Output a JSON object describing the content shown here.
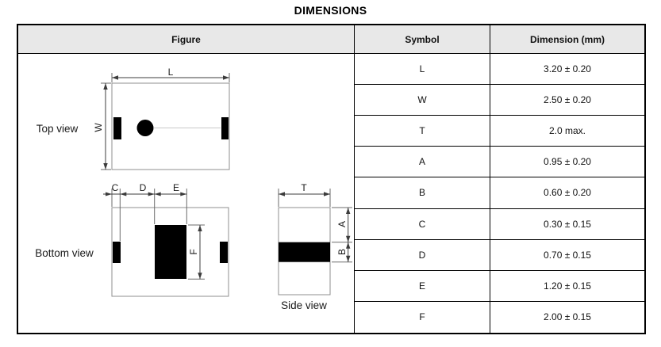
{
  "title": "DIMENSIONS",
  "colors": {
    "header_bg": "#e8e8e8",
    "border": "#000000",
    "pad_fill": "#000000"
  },
  "table": {
    "headers": {
      "figure": "Figure",
      "symbol": "Symbol",
      "dimension": "Dimension (mm)"
    },
    "rows": [
      {
        "symbol": "L",
        "dimension": "3.20 ± 0.20"
      },
      {
        "symbol": "W",
        "dimension": "2.50 ± 0.20"
      },
      {
        "symbol": "T",
        "dimension": "2.0 max."
      },
      {
        "symbol": "A",
        "dimension": "0.95 ± 0.20"
      },
      {
        "symbol": "B",
        "dimension": "0.60 ± 0.20"
      },
      {
        "symbol": "C",
        "dimension": "0.30 ± 0.15"
      },
      {
        "symbol": "D",
        "dimension": "0.70 ± 0.15"
      },
      {
        "symbol": "E",
        "dimension": "1.20 ± 0.15"
      },
      {
        "symbol": "F",
        "dimension": "2.00 ± 0.15"
      }
    ]
  },
  "figure": {
    "views": {
      "top": "Top view",
      "bottom": "Bottom view",
      "side": "Side view"
    },
    "dim_labels": {
      "L": "L",
      "W": "W",
      "C": "C",
      "D": "D",
      "E": "E",
      "F": "F",
      "T": "T",
      "A": "A",
      "B": "B"
    }
  }
}
